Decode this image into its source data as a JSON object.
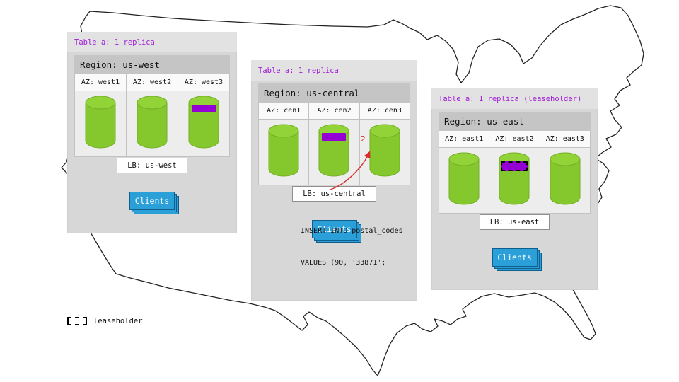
{
  "legend": {
    "label": "leaseholder"
  },
  "sql_note": {
    "line1": "INSERT INTO postal_codes",
    "line2": "VALUES (90, '33871';"
  },
  "arrow": {
    "label": "2"
  },
  "colors": {
    "title_purple": "#a11fd6",
    "replica_purple": "#9400d3",
    "cylinder_green": "#85c82e",
    "clients_blue": "#2b9fd8",
    "arrow_red": "#d92b2b"
  },
  "regions": [
    {
      "id": "us-west",
      "table_label": "Table a: 1 replica",
      "region_label": "Region: us-west",
      "azs": [
        {
          "label": "AZ: west1",
          "replica": false,
          "leaseholder": false
        },
        {
          "label": "AZ: west2",
          "replica": false,
          "leaseholder": false
        },
        {
          "label": "AZ: west3",
          "replica": true,
          "leaseholder": false
        }
      ],
      "lb_label": "LB: us-west",
      "clients_label": "Clients"
    },
    {
      "id": "us-central",
      "table_label": "Table a: 1 replica",
      "region_label": "Region: us-central",
      "azs": [
        {
          "label": "AZ: cen1",
          "replica": false,
          "leaseholder": false
        },
        {
          "label": "AZ: cen2",
          "replica": true,
          "leaseholder": false
        },
        {
          "label": "AZ: cen3",
          "replica": false,
          "leaseholder": false
        }
      ],
      "lb_label": "LB: us-central",
      "clients_label": "Clients"
    },
    {
      "id": "us-east",
      "table_label": "Table a: 1 replica (leaseholder)",
      "region_label": "Region: us-east",
      "azs": [
        {
          "label": "AZ: east1",
          "replica": false,
          "leaseholder": false
        },
        {
          "label": "AZ: east2",
          "replica": true,
          "leaseholder": true
        },
        {
          "label": "AZ: east3",
          "replica": false,
          "leaseholder": false
        }
      ],
      "lb_label": "LB: us-east",
      "clients_label": "Clients"
    }
  ]
}
